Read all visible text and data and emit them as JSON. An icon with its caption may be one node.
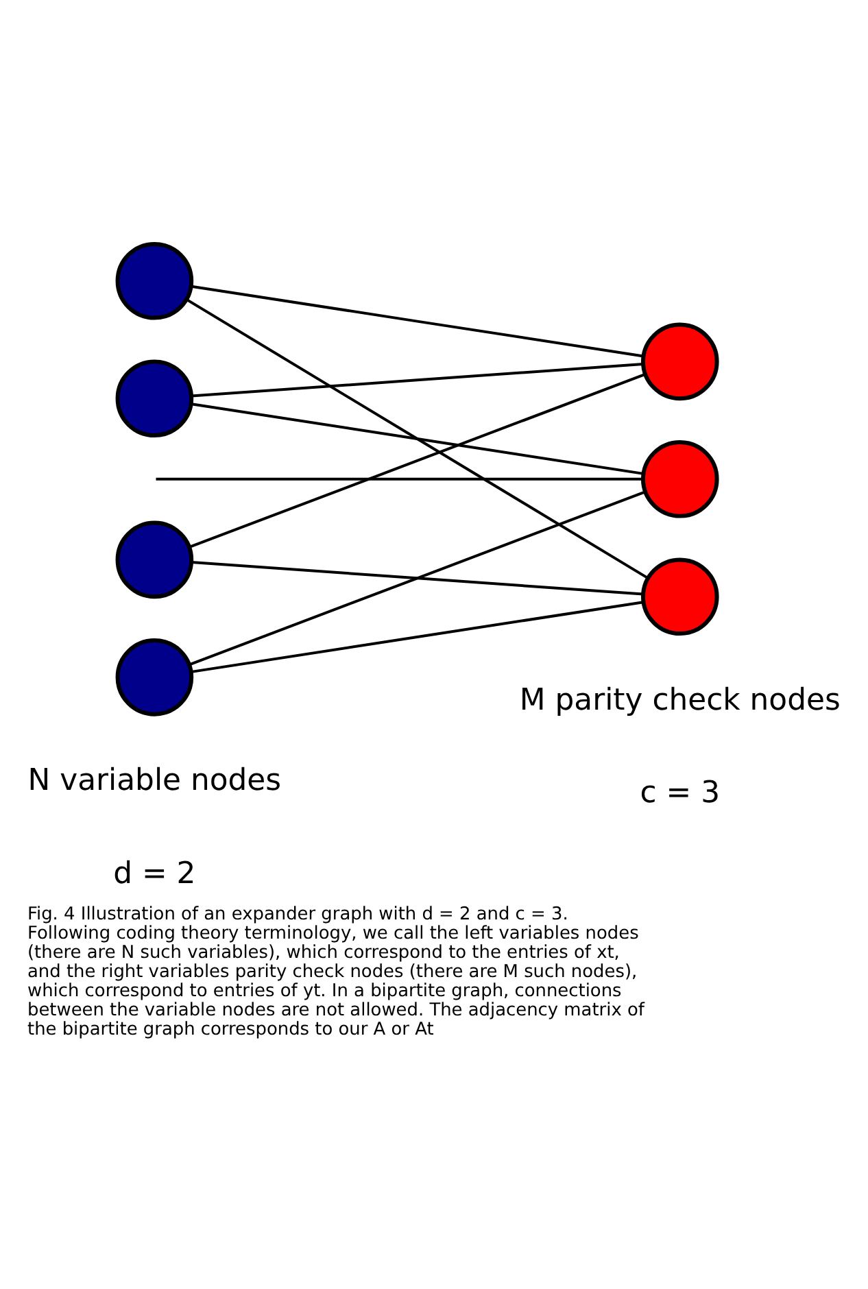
{
  "diagram": {
    "caption": "Fig. 4 Illustration of an expander graph with d = 2 and c = 3. Following coding theory terminology, we call the left variables nodes (there are N such variables), which correspond to the entries of xt, and the right variables parity check nodes (there are M such nodes), which correspond to entries of yt. In a bipartite graph, connections between the variable nodes are not allowed. The adjacency matrix of the bipartite graph corresponds to our A or At",
    "nodes": [
      {
        "text": [],
        "shape": "circle"
      },
      {
        "text": [],
        "shape": "circle"
      },
      {
        "text": [],
        "shape": "circle"
      },
      {
        "text": [],
        "shape": "circle"
      },
      {
        "text": [],
        "shape": "circle"
      },
      {
        "text": [],
        "shape": "circle"
      },
      {
        "text": [],
        "shape": "circle"
      }
    ],
    "edges": [
      {
        "from": 0,
        "to": 4,
        "arrow": "none"
      },
      {
        "from": 0,
        "to": 6,
        "arrow": "none"
      },
      {
        "from": 1,
        "to": 4,
        "arrow": "none"
      },
      {
        "from": 1,
        "to": 5,
        "arrow": "none"
      },
      {
        "from": 2,
        "to": 4,
        "arrow": "none"
      },
      {
        "from": 2,
        "to": 6,
        "arrow": "none"
      },
      {
        "from": 3,
        "to": 5,
        "arrow": "none"
      },
      {
        "from": 3,
        "to": 6,
        "arrow": "none"
      },
      {
        "from": null,
        "to": 5,
        "arrow": "none"
      }
    ],
    "labels": [
      "M parity check nodes",
      "c = 3",
      "N variable nodes",
      "d = 2"
    ]
  }
}
